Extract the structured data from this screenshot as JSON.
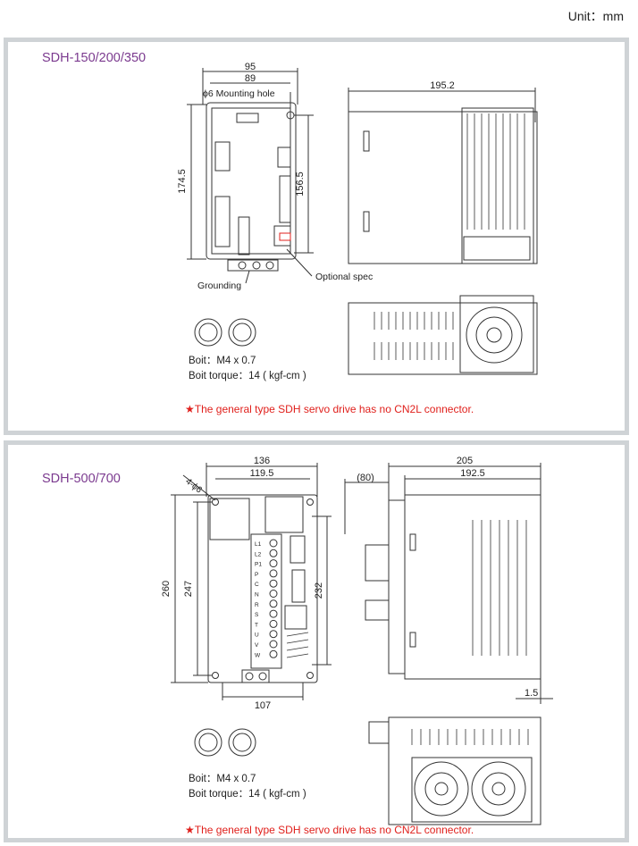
{
  "unit_label": "Unit：mm",
  "sections": [
    {
      "model": "SDH-150/200/350",
      "dims": {
        "width_outer": "95",
        "width_inner": "89",
        "depth": "195.2",
        "height_outer": "174.5",
        "height_inner": "156.5"
      },
      "callouts": {
        "mounting_hole": "ϕ6 Mounting hole",
        "grounding": "Grounding",
        "optional_spec": "Optional spec"
      },
      "bolt_lines": [
        "Boit：M4 x 0.7",
        "Boit torque：14 ( kgf-cm )"
      ],
      "note": "The general type SDH servo drive has no CN2L connector."
    },
    {
      "model": "SDH-500/700",
      "dims": {
        "width_outer": "136",
        "width_inner": "119.5",
        "hole": "4-ϕ6",
        "height_outer": "260",
        "height_mid": "247",
        "height_inner": "232",
        "bottom_width": "107",
        "clearance": "(80)",
        "depth_outer": "205",
        "depth_inner": "192.5",
        "offset": "1.5"
      },
      "terminal_labels": [
        "L1",
        "L2",
        "P1",
        "P",
        "C",
        "N",
        "R",
        "S",
        "T",
        "U",
        "V",
        "W"
      ],
      "bolt_lines": [
        "Boit：M4 x 0.7",
        "Boit torque：14 ( kgf-cm )"
      ],
      "note": "The general type SDH servo drive has no CN2L connector."
    }
  ],
  "colors": {
    "model_title": "#7b3a8f",
    "note": "#e0201c",
    "panel_border": "#cfd3d6"
  }
}
